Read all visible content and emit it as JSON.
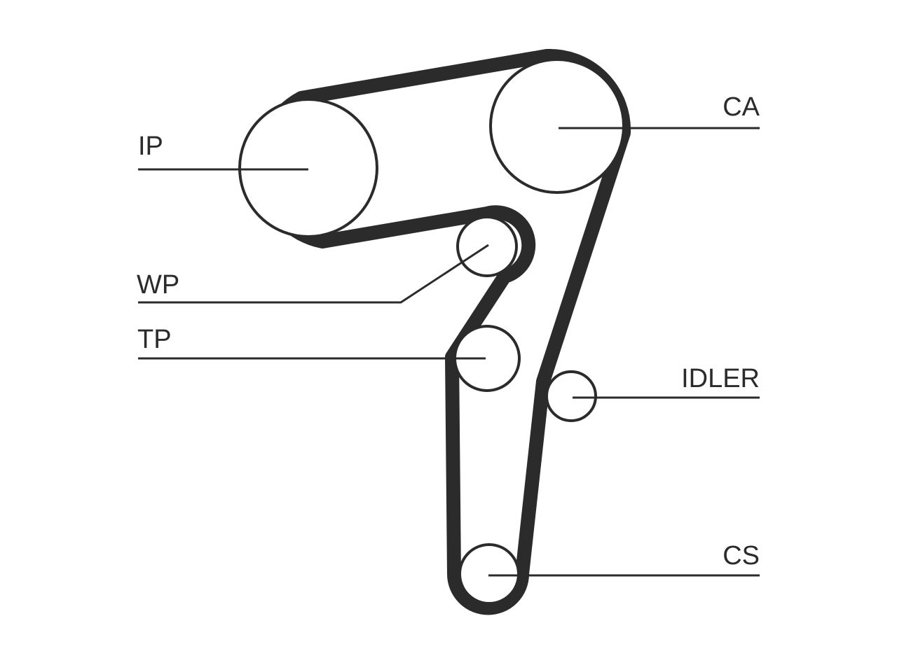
{
  "labels": {
    "ip": "IP",
    "ca": "CA",
    "wp": "WP",
    "tp": "TP",
    "idler": "IDLER",
    "cs": "CS"
  },
  "colors": {
    "line": "#2b2b2b",
    "background": "#ffffff"
  }
}
